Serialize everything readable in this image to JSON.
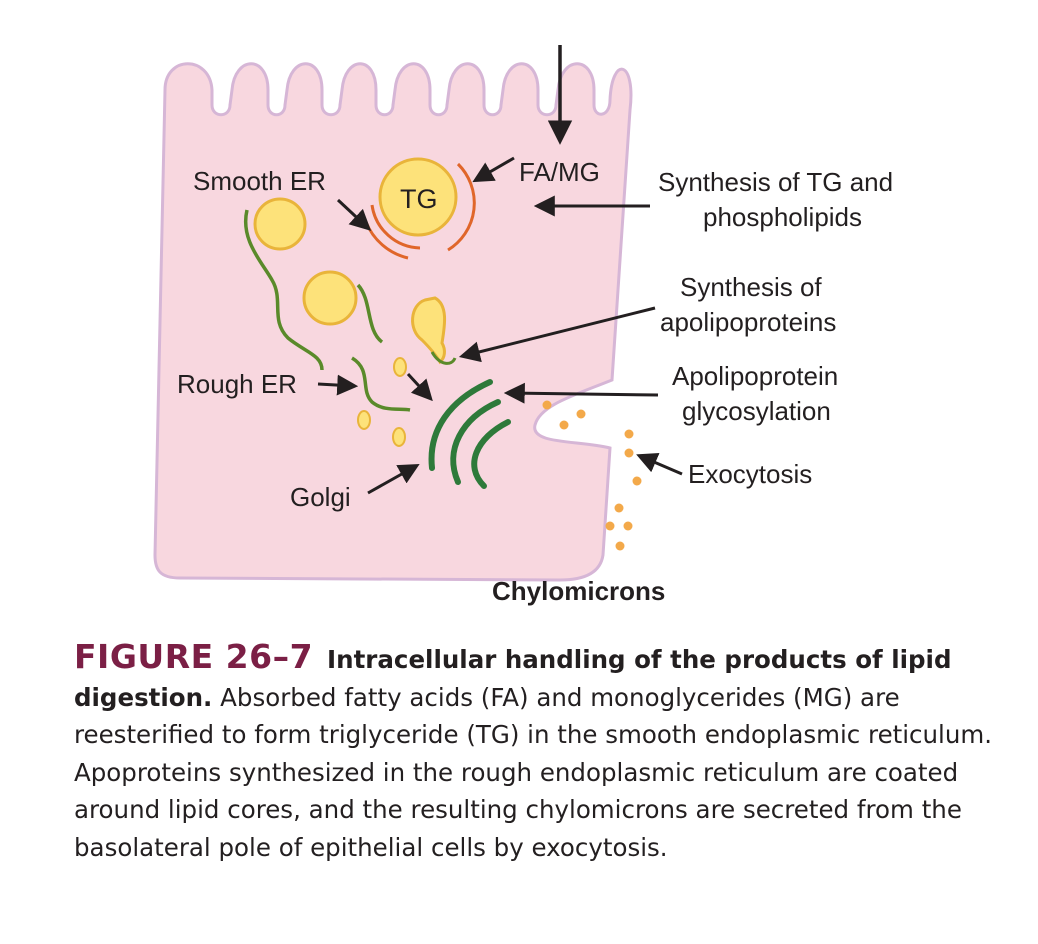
{
  "labels": {
    "smooth_er": "Smooth ER",
    "tg": "TG",
    "fa_mg": "FA/MG",
    "synth_tg_line1": "Synthesis of TG and",
    "synth_tg_line2": "phospholipids",
    "synth_apo_line1": "Synthesis of",
    "synth_apo_line2": "apolipoproteins",
    "rough_er": "Rough ER",
    "apo_glyc_line1": "Apolipoprotein",
    "apo_glyc_line2": "glycosylation",
    "exocytosis": "Exocytosis",
    "golgi": "Golgi",
    "chylomicrons": "Chylomicrons"
  },
  "caption": {
    "figure_number": "FIGURE 26–7",
    "title": "Intracellular handling of the products of lipid digestion.",
    "body": "Absorbed fatty acids (FA) and monoglycerides (MG) are reesterified to form triglyceride (TG) in the smooth endoplasmic reticulum. Apoproteins synthesized in the rough endoplasmic reticulum are coated around lipid cores, and the resulting chylomicrons are secreted from the basolateral pole of epithelial cells by exocytosis."
  },
  "colors": {
    "cell_fill": "#f8d7df",
    "cell_outline": "#d6b6d6",
    "lipid_fill": "#fde27a",
    "lipid_outline": "#e9b43a",
    "er_green": "#5a8a2a",
    "golgi_green": "#2e7a3a",
    "smooth_er_orange": "#e0662a",
    "chylomicron_orange": "#f3a94a",
    "figure_number": "#7b1f45"
  }
}
